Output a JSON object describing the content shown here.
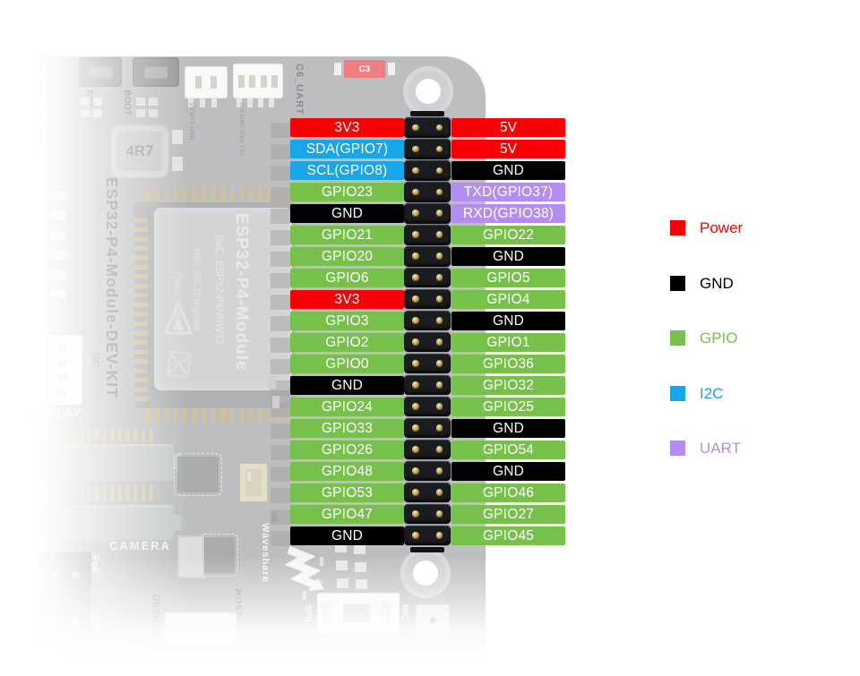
{
  "colors": {
    "power": "#fa0006",
    "gnd": "#000000",
    "gpio": "#77c14b",
    "i2c": "#16a6e9",
    "uart": "#b48df2"
  },
  "pinout": {
    "left": [
      {
        "label": "3V3",
        "type": "power"
      },
      {
        "label": "SDA(GPIO7)",
        "type": "i2c"
      },
      {
        "label": "SCL(GPIO8)",
        "type": "i2c"
      },
      {
        "label": "GPIO23",
        "type": "gpio"
      },
      {
        "label": "GND",
        "type": "gnd"
      },
      {
        "label": "GPIO21",
        "type": "gpio"
      },
      {
        "label": "GPIO20",
        "type": "gpio"
      },
      {
        "label": "GPIO6",
        "type": "gpio"
      },
      {
        "label": "3V3",
        "type": "power"
      },
      {
        "label": "GPIO3",
        "type": "gpio"
      },
      {
        "label": "GPIO2",
        "type": "gpio"
      },
      {
        "label": "GPIO0",
        "type": "gpio"
      },
      {
        "label": "GND",
        "type": "gnd"
      },
      {
        "label": "GPIO24",
        "type": "gpio"
      },
      {
        "label": "GPIO33",
        "type": "gpio"
      },
      {
        "label": "GPIO26",
        "type": "gpio"
      },
      {
        "label": "GPIO48",
        "type": "gpio"
      },
      {
        "label": "GPIO53",
        "type": "gpio"
      },
      {
        "label": "GPIO47",
        "type": "gpio"
      },
      {
        "label": "GND",
        "type": "gnd"
      }
    ],
    "right": [
      {
        "label": "5V",
        "type": "power"
      },
      {
        "label": "5V",
        "type": "power"
      },
      {
        "label": "GND",
        "type": "gnd"
      },
      {
        "label": "TXD(GPIO37)",
        "type": "uart"
      },
      {
        "label": "RXD(GPIO38)",
        "type": "uart"
      },
      {
        "label": "GPIO22",
        "type": "gpio"
      },
      {
        "label": "GND",
        "type": "gnd"
      },
      {
        "label": "GPIO5",
        "type": "gpio"
      },
      {
        "label": "GPIO4",
        "type": "gpio"
      },
      {
        "label": "GND",
        "type": "gnd"
      },
      {
        "label": "GPIO1",
        "type": "gpio"
      },
      {
        "label": "GPIO36",
        "type": "gpio"
      },
      {
        "label": "GPIO32",
        "type": "gpio"
      },
      {
        "label": "GPIO25",
        "type": "gpio"
      },
      {
        "label": "GND",
        "type": "gnd"
      },
      {
        "label": "GPIO54",
        "type": "gpio"
      },
      {
        "label": "GND",
        "type": "gnd"
      },
      {
        "label": "GPIO46",
        "type": "gpio"
      },
      {
        "label": "GPIO27",
        "type": "gpio"
      },
      {
        "label": "GPIO45",
        "type": "gpio"
      }
    ]
  },
  "legend": {
    "items": [
      {
        "label": "Power",
        "type": "power"
      },
      {
        "label": "GND",
        "type": "gnd"
      },
      {
        "label": "GPIO",
        "type": "gpio"
      },
      {
        "label": "I2C",
        "type": "i2c"
      },
      {
        "label": "UART",
        "type": "uart"
      }
    ]
  },
  "board": {
    "module": {
      "title": "ESP32-P4-Module",
      "soc": "SoC: ESP32-P4NRW32",
      "wifi": "WiFi: 802.11 b/g/n/ax",
      "flash": "Flash: 16MB"
    },
    "silkscreen": {
      "devkit": "ESP32-P4-Module-DEV-KIT",
      "rst": "RST",
      "boot": "BOOT",
      "inductor": "4R7",
      "c6_uart": "C6_UART",
      "c3": "C3",
      "conn1": "5V OUT GND",
      "conn2": "IO9 GND RXD TXD",
      "left_edge": "PWR USB TO UART",
      "i3c": "I3C",
      "display": "DISPLAY",
      "camera": "CAMERA",
      "poe": "PoE",
      "waveshare": "Waveshare",
      "reg": "®",
      "device": "DEVICE",
      "host": "HOST",
      "spk": "SPK",
      "mic": "MIC"
    }
  }
}
